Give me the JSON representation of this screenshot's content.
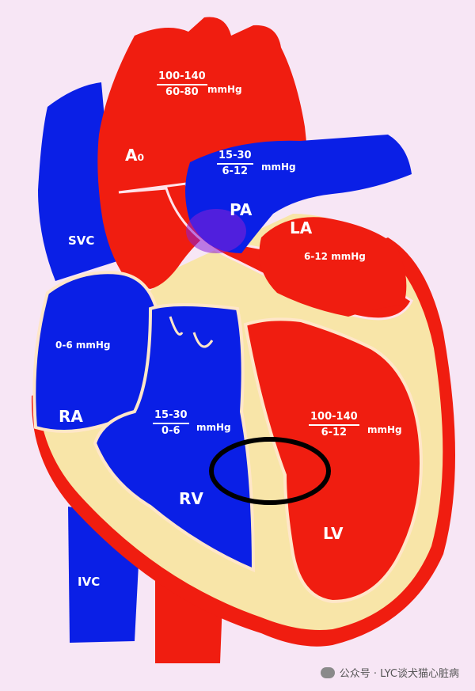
{
  "labels": {
    "ao": "A₀",
    "pa": "PA",
    "la": "LA",
    "svc": "SVC",
    "ra": "RA",
    "rv": "RV",
    "lv": "LV",
    "ivc": "IVC"
  },
  "pressures": {
    "aorta": {
      "num": "100-140",
      "den": "60-80",
      "unit": "mmHg"
    },
    "pa": {
      "num": "15-30",
      "den": "6-12",
      "unit": "mmHg"
    },
    "la": {
      "text": "6-12 mmHg"
    },
    "ra": {
      "text": "0-6 mmHg"
    },
    "rv": {
      "num": "15-30",
      "den": "0-6",
      "unit": "mmHg"
    },
    "lv": {
      "num": "100-140",
      "den": "6-12",
      "unit": "mmHg"
    }
  },
  "watermark": "公众号 · LYC谈犬猫心脏病",
  "colors": {
    "background": "#f7e6f5",
    "oxygenated": "#f01d10",
    "deoxygenated": "#0a1fe6",
    "myocardium": "#f8e5a8",
    "outline": "#000000"
  }
}
